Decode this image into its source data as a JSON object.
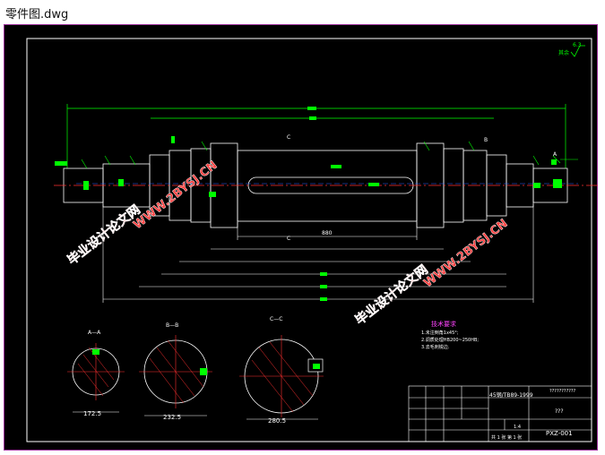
{
  "window": {
    "filename": "零件图.dwg"
  },
  "drawing": {
    "roughness": "6.3",
    "roughness_prefix": "其余",
    "section_labels": {
      "a": "A—A",
      "b": "B—B",
      "c": "C—C"
    },
    "section_dims": {
      "a": "172.5",
      "b": "232.5",
      "c": "280.5"
    },
    "tech_req": {
      "title": "技术要求",
      "lines": [
        "1.未注倒角1x45°;",
        "2.调质处理HB200~250HB;",
        "3.去毛刺锐边."
      ]
    },
    "dims": {
      "center_length": "880",
      "top_c": "C",
      "bottom_c": "C",
      "label_a": "A",
      "label_b": "B"
    },
    "title_block": {
      "standard": "45钢/TB89-1999",
      "drawing_no": "PXZ-001",
      "part_name": "???",
      "company": "???????????",
      "scale": "1:4",
      "sheets": "共 1 张    第 1 张"
    },
    "watermarks": [
      "毕业设计论文网",
      "WWW.2BYSJ.CN"
    ]
  }
}
